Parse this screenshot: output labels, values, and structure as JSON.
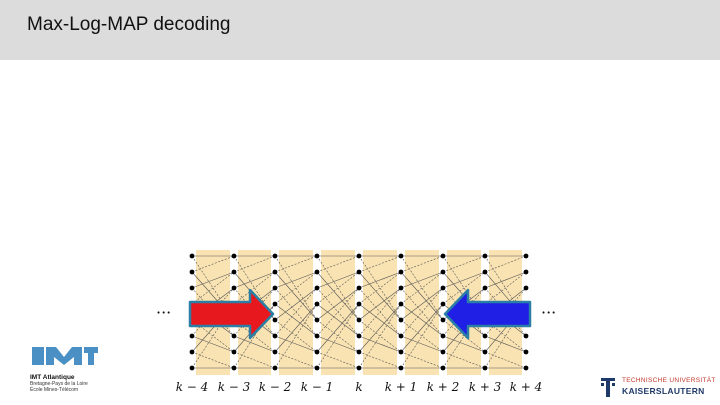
{
  "header": {
    "title": "Max-Log-MAP decoding"
  },
  "trellis": {
    "stage_labels": [
      "k − 4",
      "k − 3",
      "k − 2",
      "k − 1",
      "k",
      "k + 1",
      "k + 2",
      "k + 3",
      "k + 4"
    ],
    "ellipsis_left": "···",
    "ellipsis_right": "···",
    "forward_arrow_color": "#e8191e",
    "backward_arrow_color": "#1f1fe6",
    "arrow_outline_color": "#2b7fa6",
    "band_color": "#f9e3b2"
  },
  "logos": {
    "left": {
      "brand": "IMT Atlantique",
      "line1": "Bretagne-Pays de la Loire",
      "line2": "École Mines-Télécom"
    },
    "right": {
      "line1": "TECHNISCHE UNIVERSITÄT",
      "line2": "KAISERSLAUTERN"
    }
  }
}
